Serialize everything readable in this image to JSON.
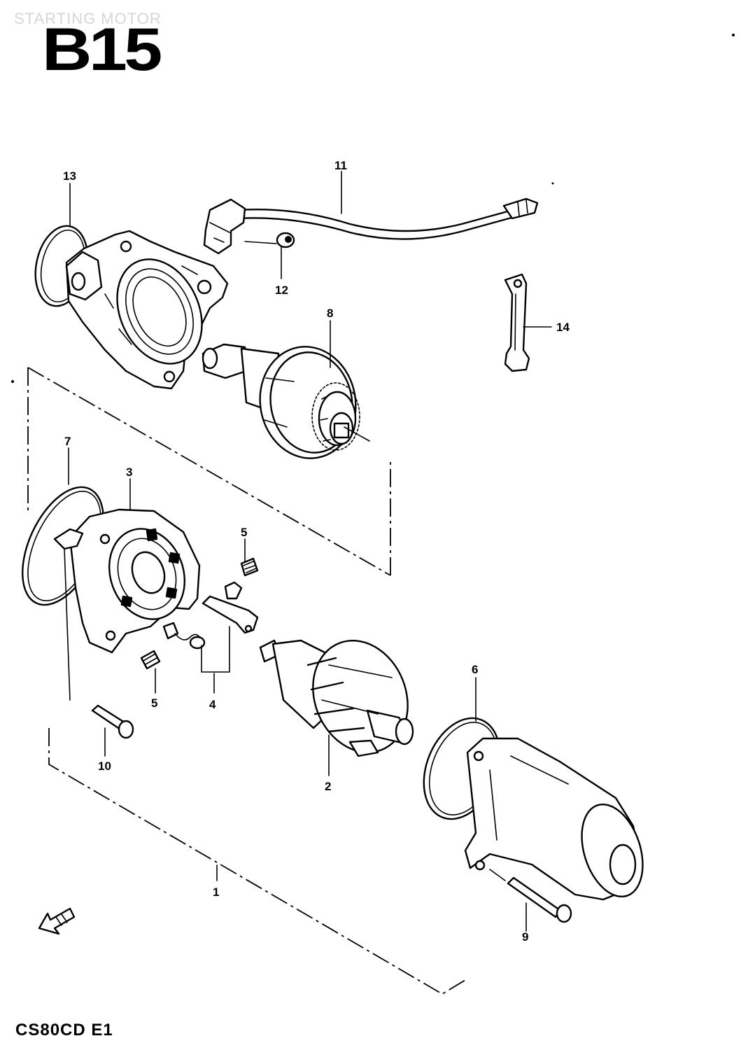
{
  "header": {
    "watermark": "STARTING MOTOR",
    "page_code": "B15"
  },
  "footer": {
    "model_code": "CS80CD E1"
  },
  "callouts": [
    {
      "id": "1",
      "part": "starter-motor-assembly"
    },
    {
      "id": "2",
      "part": "armature"
    },
    {
      "id": "3",
      "part": "brush-holder-end-cover"
    },
    {
      "id": "4",
      "part": "brush-set"
    },
    {
      "id": "5",
      "part": "brush-spring"
    },
    {
      "id": "6",
      "part": "yoke-housing"
    },
    {
      "id": "7",
      "part": "o-ring"
    },
    {
      "id": "8",
      "part": "starter-drive-clutch"
    },
    {
      "id": "9",
      "part": "through-bolt"
    },
    {
      "id": "10",
      "part": "screw"
    },
    {
      "id": "11",
      "part": "lead-wire"
    },
    {
      "id": "12",
      "part": "terminal-nut"
    },
    {
      "id": "13",
      "part": "o-ring-front"
    },
    {
      "id": "14",
      "part": "clamp-bracket"
    }
  ],
  "labels": {
    "c1": "1",
    "c2": "2",
    "c3": "3",
    "c4": "4",
    "c5a": "5",
    "c5b": "5",
    "c6": "6",
    "c7": "7",
    "c8": "8",
    "c9": "9",
    "c10": "10",
    "c11": "11",
    "c12": "12",
    "c13": "13",
    "c14": "14"
  }
}
